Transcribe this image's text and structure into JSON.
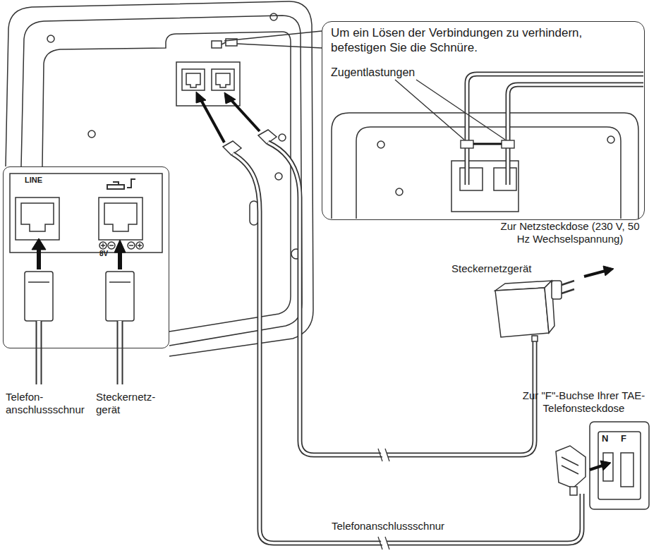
{
  "diagram": {
    "nodes": [
      {
        "text": [
          "Um ein Lösen der Verbindungen zu verhindern, befestigen Sie die Schnüre.",
          "Zugentlastungen"
        ]
      },
      {
        "text": [
          "LINE",
          "8V"
        ]
      }
    ],
    "labels": [
      "Zur Netzsteckdose (230 V, 50 Hz Wechselspannung)",
      "Steckernetzgerät",
      "Zur \"F\"-Buchse Ihrer TAE-Telefonsteckdose",
      "N",
      "F",
      "Telefonanschlussschnur",
      "Telefon- anschlussschnur",
      "Steckernetz- gerät"
    ]
  }
}
